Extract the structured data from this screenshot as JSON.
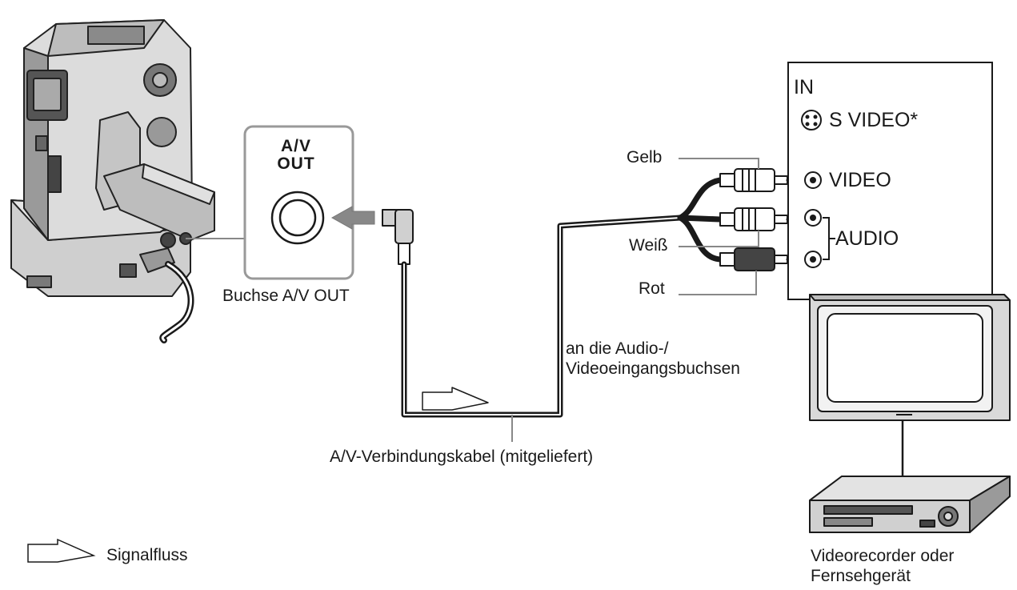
{
  "jack_panel": {
    "line1": "A/V",
    "line2": "OUT"
  },
  "labels": {
    "jack_caption": "Buchse A/V OUT",
    "cable_caption": "A/V-Verbindungskabel (mitgeliefert)",
    "inputs_caption_line1": "an die Audio-/",
    "inputs_caption_line2": "Videoeingangsbuchsen",
    "yellow": "Gelb",
    "white": "Weiß",
    "red": "Rot",
    "legend": "Signalfluss",
    "device_line1": "Videorecorder oder",
    "device_line2": "Fernsehgerät"
  },
  "input_panel": {
    "heading": "IN",
    "svideo": "S VIDEO*",
    "video": "VIDEO",
    "audio": "AUDIO"
  },
  "colors": {
    "line": "#1a1a1a",
    "panel_border": "#999999",
    "device_fill": "#d9d9d9"
  }
}
